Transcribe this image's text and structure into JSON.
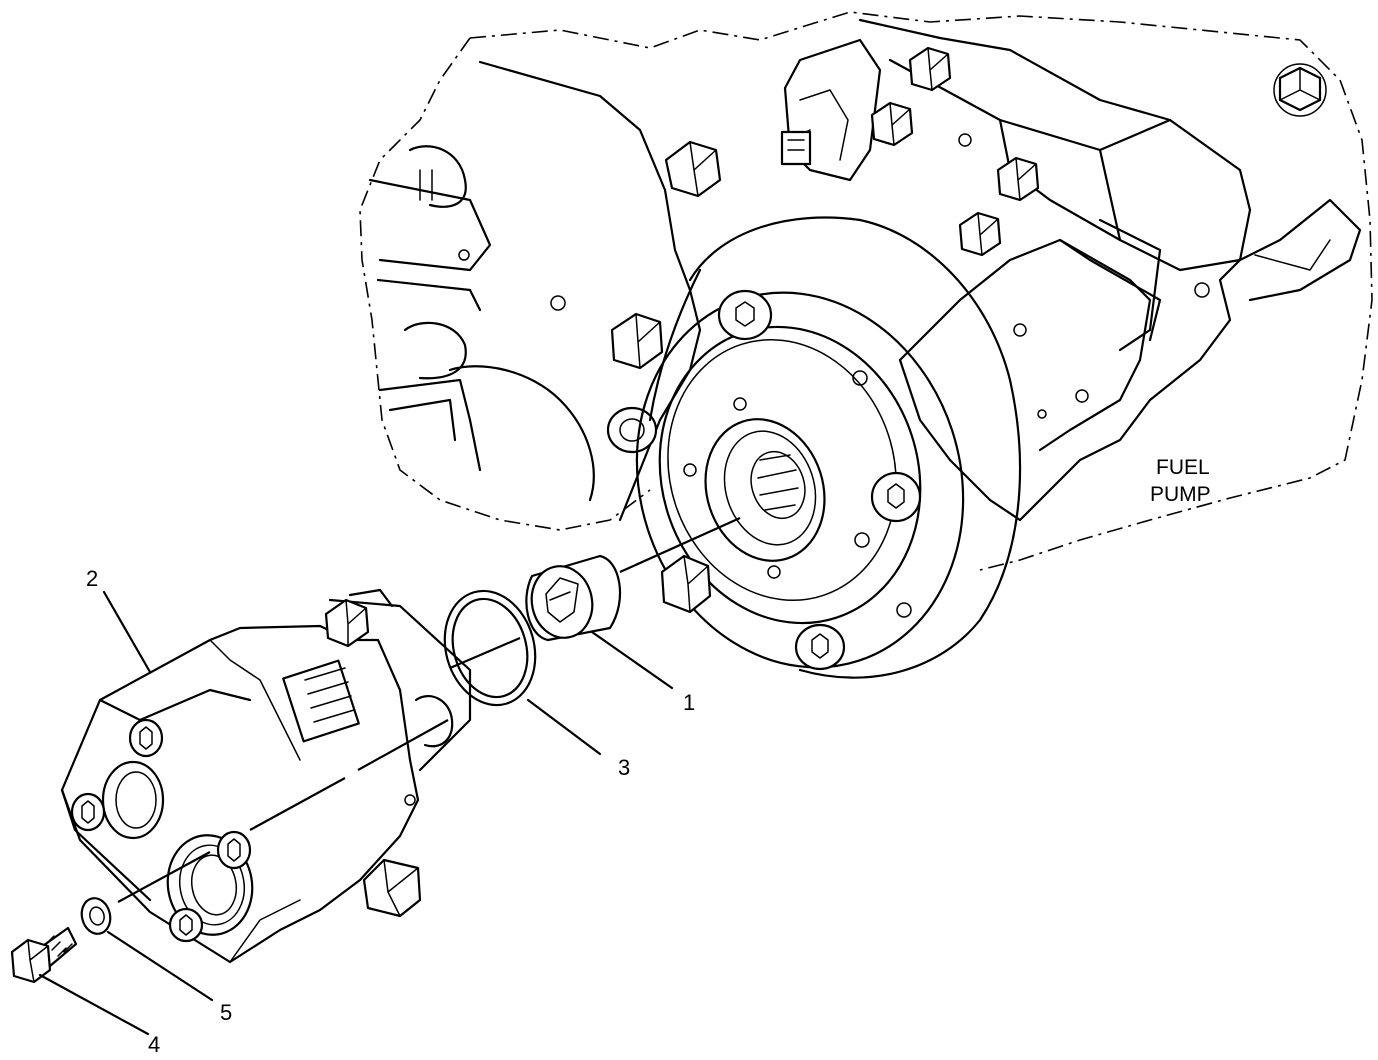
{
  "diagram": {
    "note_line1": "FUEL",
    "note_line2": "PUMP",
    "callouts": [
      {
        "id": "c1",
        "label": "1"
      },
      {
        "id": "c2",
        "label": "2"
      },
      {
        "id": "c3",
        "label": "3"
      },
      {
        "id": "c4",
        "label": "4"
      },
      {
        "id": "c5",
        "label": "5"
      }
    ]
  }
}
